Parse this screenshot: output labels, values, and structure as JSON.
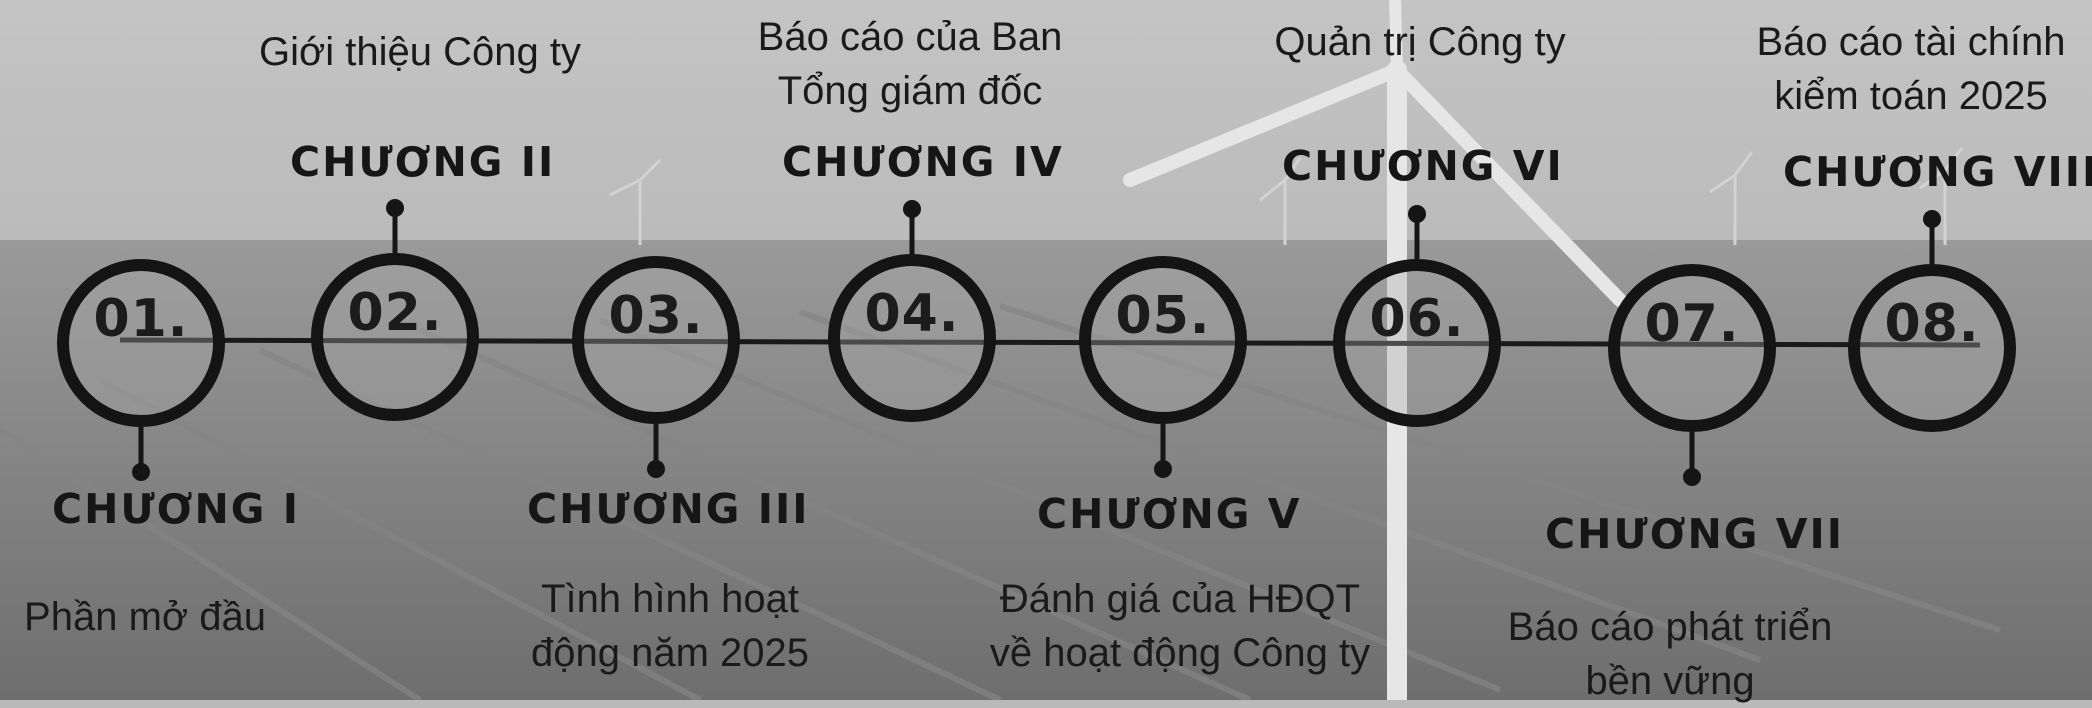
{
  "chapters": [
    {
      "number": "01.",
      "label": "CHƯƠNG I",
      "desc": [
        "Phần mở đầu"
      ]
    },
    {
      "number": "02.",
      "label": "CHƯƠNG II",
      "desc": [
        "Giới thiệu Công ty"
      ]
    },
    {
      "number": "03.",
      "label": "CHƯƠNG III",
      "desc": [
        "Tình hình hoạt",
        "động năm 2025"
      ]
    },
    {
      "number": "04.",
      "label": "CHƯƠNG IV",
      "desc": [
        "Báo cáo của Ban",
        "Tổng giám đốc"
      ]
    },
    {
      "number": "05.",
      "label": "CHƯƠNG V",
      "desc": [
        "Đánh giá của HĐQT",
        "về hoạt động Công ty"
      ]
    },
    {
      "number": "06.",
      "label": "CHƯƠNG VI",
      "desc": [
        "Quản trị Công ty"
      ]
    },
    {
      "number": "07.",
      "label": "CHƯƠNG VII",
      "desc": [
        "Báo cáo phát triển",
        "bền vững"
      ]
    },
    {
      "number": "08.",
      "label": "CHƯƠNG VIII",
      "desc": [
        "Báo cáo tài chính",
        "kiểm toán 2025"
      ]
    }
  ]
}
